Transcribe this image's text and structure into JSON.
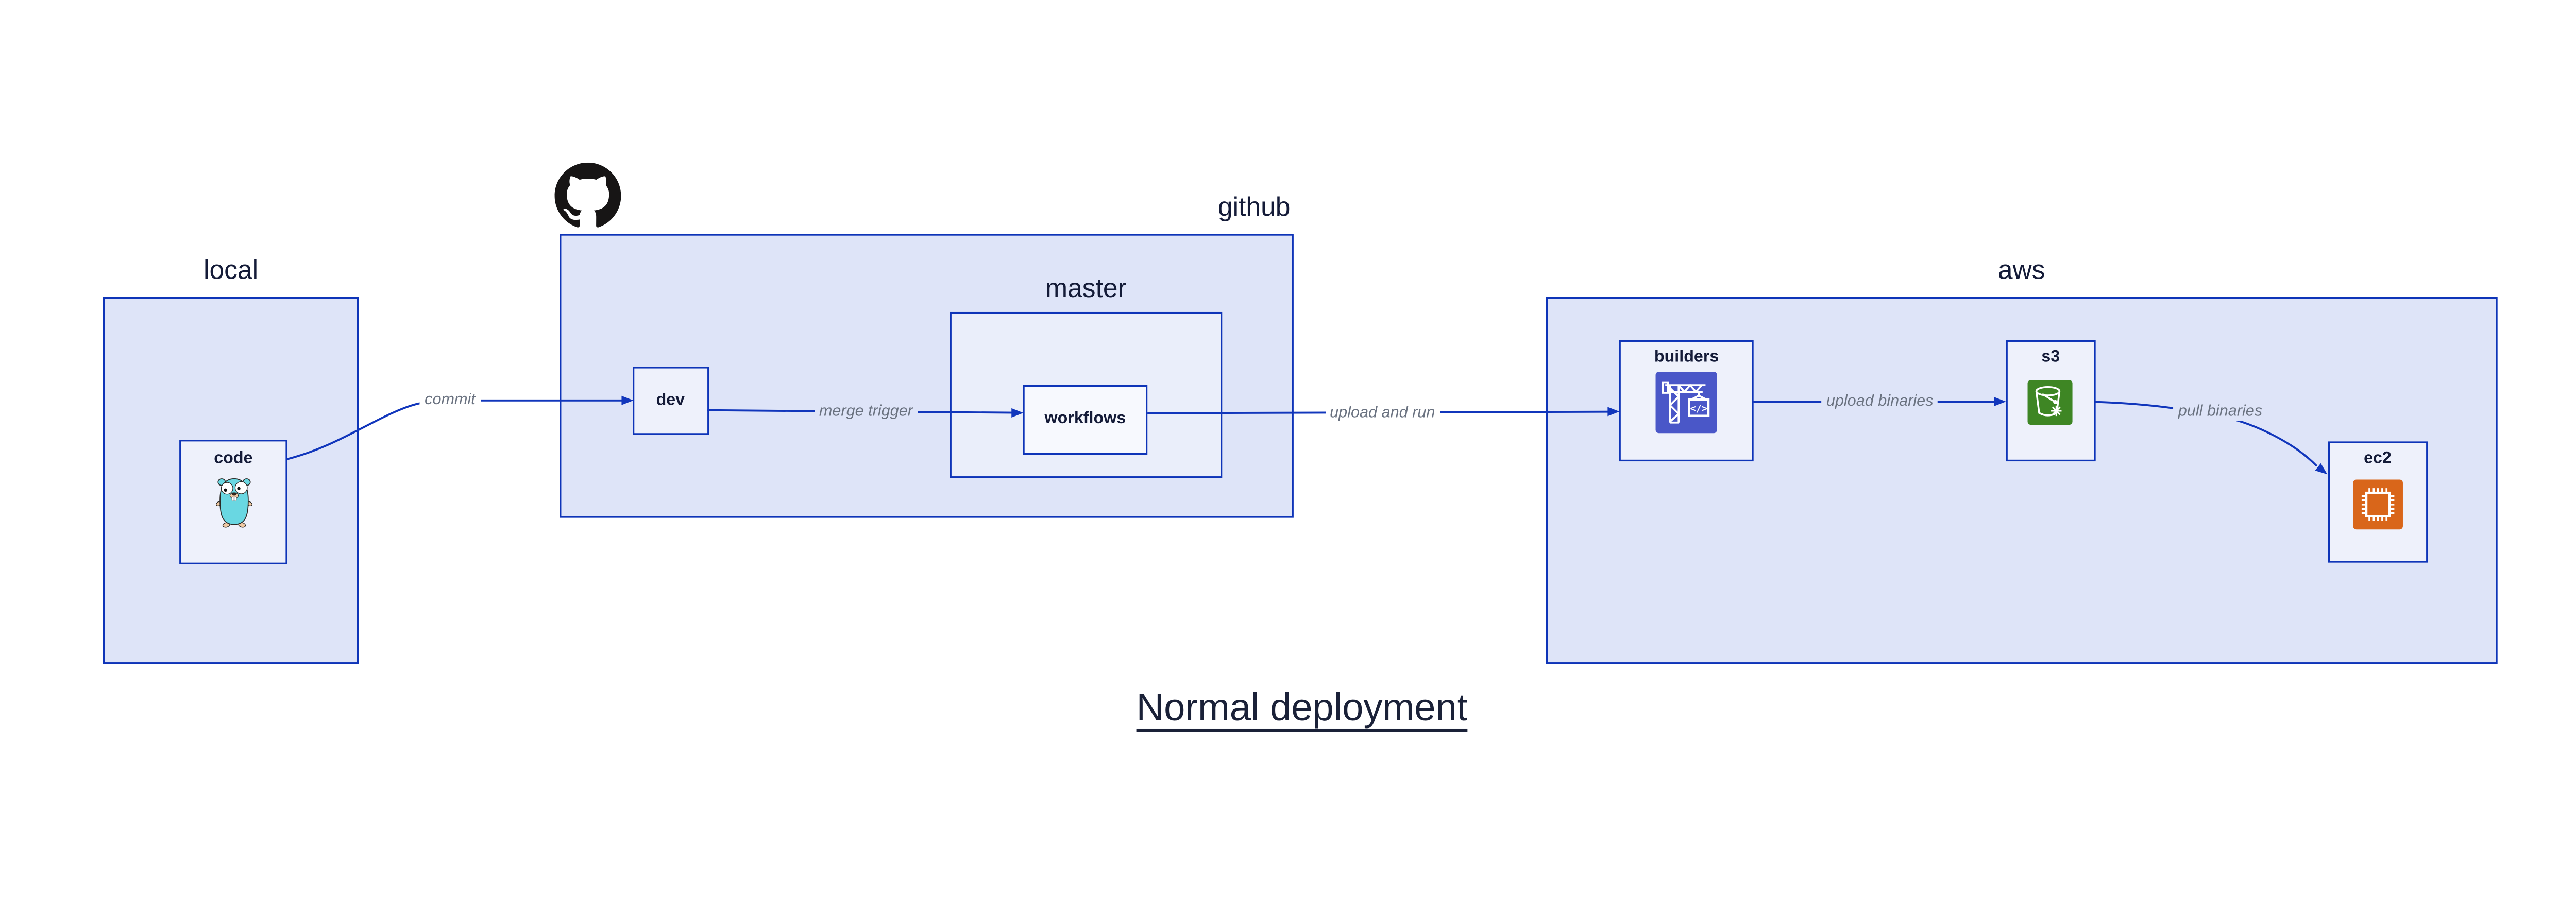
{
  "diagram": {
    "title": "Normal deployment"
  },
  "containers": {
    "local": {
      "label": "local"
    },
    "github": {
      "label": "github"
    },
    "master": {
      "label": "master"
    },
    "aws": {
      "label": "aws"
    }
  },
  "nodes": {
    "code": {
      "label": "code",
      "icon": "go-gopher"
    },
    "dev": {
      "label": "dev"
    },
    "workflows": {
      "label": "workflows"
    },
    "builders": {
      "label": "builders",
      "icon": "construction-crane"
    },
    "s3": {
      "label": "s3",
      "icon": "bucket-snowflake"
    },
    "ec2": {
      "label": "ec2",
      "icon": "cpu-chip"
    }
  },
  "icons": {
    "github_logo": "github-octocat-mark",
    "builders_code_glyph": "</>"
  },
  "edges": {
    "commit": {
      "label": "commit"
    },
    "merge_trigger": {
      "label": "merge trigger"
    },
    "upload_and_run": {
      "label": "upload and run"
    },
    "upload_binaries": {
      "label": "upload binaries"
    },
    "pull_binaries": {
      "label": "pull binaries"
    }
  },
  "colors": {
    "border_blue": "#0E34B8",
    "edge_blue": "#1136BC",
    "container_fill": "#DEE4F8",
    "master_fill": "#EAEEFA",
    "node_fill": "#EEF1FB",
    "inner_node_fill": "#F7F9FE",
    "label_dark": "#141B38",
    "edge_label_gray": "#6A7280",
    "builders_icon_bg": "#4A57C8",
    "s3_icon_bg": "#3E8624",
    "ec2_icon_bg": "#D9661A",
    "gopher_teal": "#69D7E2"
  }
}
